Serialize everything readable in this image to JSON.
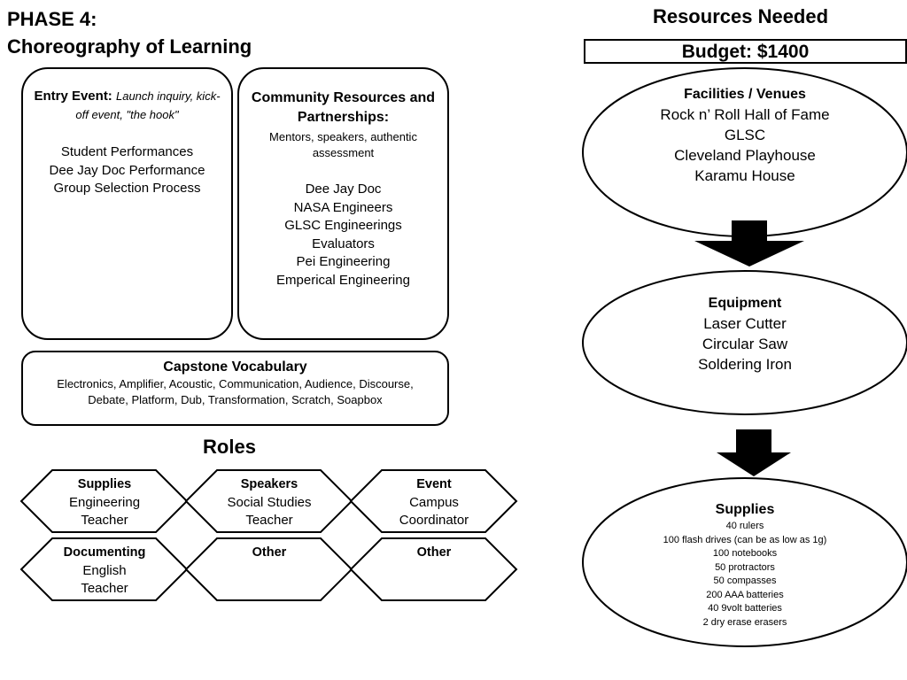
{
  "phase": {
    "line1": "PHASE 4:",
    "line2": "Choreography of Learning"
  },
  "entry_event": {
    "heading": "Entry Event:",
    "subtitle": "Launch inquiry, kick-off event, \"the hook\"",
    "items": [
      "Student Performances",
      "Dee Jay Doc Performance",
      "Group Selection Process"
    ]
  },
  "community": {
    "heading": "Community Resources and Partnerships:",
    "subtitle": "Mentors, speakers, authentic assessment",
    "items": [
      "Dee Jay Doc",
      "NASA Engineers",
      "GLSC Engineerings",
      "Evaluators",
      "Pei Engineering",
      "Emperical Engineering"
    ]
  },
  "vocabulary": {
    "heading": "Capstone Vocabulary",
    "text": "Electronics, Amplifier, Acoustic, Communication, Audience, Discourse, Debate, Platform, Dub, Transformation, Scratch, Soapbox"
  },
  "roles": {
    "title": "Roles",
    "items": [
      {
        "title": "Supplies",
        "lines": [
          "Engineering",
          "Teacher"
        ]
      },
      {
        "title": "Speakers",
        "lines": [
          "Social Studies",
          "Teacher"
        ]
      },
      {
        "title": "Event",
        "lines": [
          "Campus",
          "Coordinator"
        ]
      },
      {
        "title": "Documenting",
        "lines": [
          "English",
          "Teacher"
        ]
      },
      {
        "title": "Other",
        "lines": []
      },
      {
        "title": "Other",
        "lines": []
      }
    ]
  },
  "resources": {
    "title": "Resources Needed",
    "budget": "Budget: $1400",
    "facilities": {
      "heading": "Facilities / Venues",
      "items": [
        "Rock n’ Roll Hall of Fame",
        "GLSC",
        "Cleveland Playhouse",
        "Karamu House"
      ]
    },
    "equipment": {
      "heading": "Equipment",
      "items": [
        "Laser Cutter",
        "Circular Saw",
        "Soldering Iron"
      ]
    },
    "supplies": {
      "heading": "Supplies",
      "items": [
        "40 rulers",
        "100 flash drives (can be as low as 1g)",
        "100 notebooks",
        "50 protractors",
        "50 compasses",
        "200 AAA batteries",
        "40 9volt batteries",
        "2 dry erase erasers"
      ]
    }
  }
}
